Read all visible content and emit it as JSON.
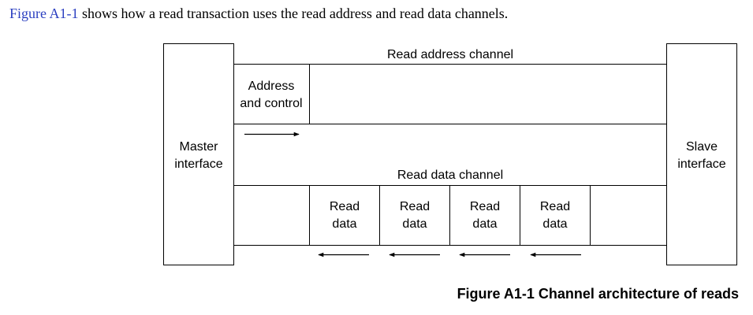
{
  "intro": {
    "figure_ref": "Figure A1-1",
    "text": " shows how a read transaction uses the read address and read data channels."
  },
  "diagram": {
    "master": {
      "line1": "Master",
      "line2": "interface"
    },
    "slave": {
      "line1": "Slave",
      "line2": "interface"
    },
    "read_address_channel": {
      "label": "Read address channel",
      "box_line1": "Address",
      "box_line2": "and control"
    },
    "read_data_channel": {
      "label": "Read data channel",
      "beats": [
        {
          "line1": "Read",
          "line2": "data"
        },
        {
          "line1": "Read",
          "line2": "data"
        },
        {
          "line1": "Read",
          "line2": "data"
        },
        {
          "line1": "Read",
          "line2": "data"
        }
      ]
    },
    "ref_color": "#2b3fc0"
  },
  "caption": "Figure A1-1 Channel architecture of reads"
}
